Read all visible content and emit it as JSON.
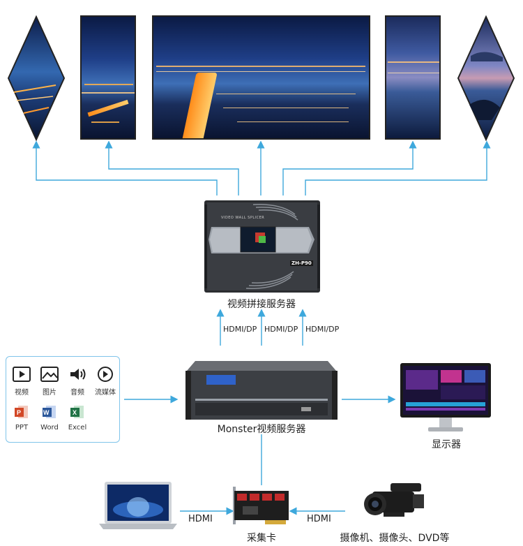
{
  "colors": {
    "arrow": "#3ea8dc",
    "device_dark": "#2b2d30",
    "panel_border": "#7fc4ea"
  },
  "splicer": {
    "caption": "视频拼接服务器",
    "front_label": "VIDEO WALL SPLICER",
    "model": "ZH-P90"
  },
  "inputs": [
    "HDMI/DP",
    "HDMI/DP",
    "HDMI/DP"
  ],
  "monster": {
    "caption": "Monster视频服务器"
  },
  "media_panel": {
    "items": [
      {
        "label": "视频",
        "icon": "video-play-icon"
      },
      {
        "label": "图片",
        "icon": "picture-icon"
      },
      {
        "label": "音频",
        "icon": "speaker-icon"
      },
      {
        "label": "流媒体",
        "icon": "stream-play-icon"
      },
      {
        "label": "PPT",
        "icon": "powerpoint-icon"
      },
      {
        "label": "Word",
        "icon": "word-icon"
      },
      {
        "label": "Excel",
        "icon": "excel-icon"
      }
    ]
  },
  "monitor": {
    "caption": "显示器"
  },
  "capture_card": {
    "caption": "采集卡"
  },
  "laptop_link": "HDMI",
  "camera_link": "HDMI",
  "camera": {
    "caption": "摄像机、摄像头、DVD等"
  }
}
